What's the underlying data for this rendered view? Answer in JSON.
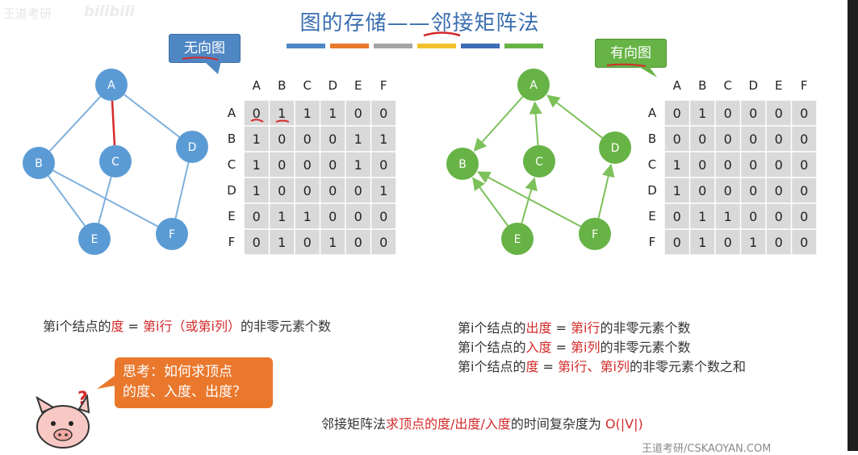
{
  "title": "图的存储——邻接矩阵法",
  "title_bar_colors": [
    "#4f87c4",
    "#e9782d",
    "#a5a5a5",
    "#f2c12e",
    "#3e6cb5",
    "#67b346"
  ],
  "watermark_top_left": "王道考研",
  "watermark_bilibili": "bilibili",
  "watermark_bottom": "王道考研/CSKAOYAN.COM",
  "colors": {
    "undirected_node": "#5b9bd5",
    "undirected_edge": "#7fb0dc",
    "directed_node": "#67b346",
    "directed_edge": "#7cc15a",
    "matrix_fill": "#d9d9d9",
    "highlight": "#d42a2a",
    "think_bubble": "#e9782d"
  },
  "undirected": {
    "label": "无向图",
    "nodes": [
      "A",
      "B",
      "C",
      "D",
      "E",
      "F"
    ],
    "edges": [
      [
        "A",
        "B"
      ],
      [
        "A",
        "C"
      ],
      [
        "A",
        "D"
      ],
      [
        "B",
        "E"
      ],
      [
        "B",
        "F"
      ],
      [
        "C",
        "E"
      ],
      [
        "D",
        "F"
      ]
    ],
    "highlight_edge": [
      "A",
      "C"
    ],
    "matrix": {
      "col_headers": [
        "A",
        "B",
        "C",
        "D",
        "E",
        "F"
      ],
      "row_headers": [
        "A",
        "B",
        "C",
        "D",
        "E",
        "F"
      ],
      "rows": [
        [
          "0",
          "1",
          "1",
          "1",
          "0",
          "0"
        ],
        [
          "1",
          "0",
          "0",
          "0",
          "1",
          "1"
        ],
        [
          "1",
          "0",
          "0",
          "0",
          "1",
          "0"
        ],
        [
          "1",
          "0",
          "0",
          "0",
          "0",
          "1"
        ],
        [
          "0",
          "1",
          "1",
          "0",
          "0",
          "0"
        ],
        [
          "0",
          "1",
          "0",
          "1",
          "0",
          "0"
        ]
      ]
    }
  },
  "directed": {
    "label": "有向图",
    "nodes": [
      "A",
      "B",
      "C",
      "D",
      "E",
      "F"
    ],
    "edges": [
      [
        "A",
        "B"
      ],
      [
        "C",
        "A"
      ],
      [
        "D",
        "A"
      ],
      [
        "E",
        "B"
      ],
      [
        "E",
        "C"
      ],
      [
        "F",
        "B"
      ],
      [
        "F",
        "D"
      ]
    ],
    "matrix": {
      "col_headers": [
        "A",
        "B",
        "C",
        "D",
        "E",
        "F"
      ],
      "row_headers": [
        "A",
        "B",
        "C",
        "D",
        "E",
        "F"
      ],
      "rows": [
        [
          "0",
          "1",
          "0",
          "0",
          "0",
          "0"
        ],
        [
          "0",
          "0",
          "0",
          "0",
          "0",
          "0"
        ],
        [
          "1",
          "0",
          "0",
          "0",
          "0",
          "0"
        ],
        [
          "1",
          "0",
          "0",
          "0",
          "0",
          "0"
        ],
        [
          "0",
          "1",
          "1",
          "0",
          "0",
          "0"
        ],
        [
          "0",
          "1",
          "0",
          "1",
          "0",
          "0"
        ]
      ]
    }
  },
  "undirected_formula": {
    "p1": "第i个结点的",
    "p2": "度",
    "p3": " = ",
    "p4": "第i行（或第i列）",
    "p5": "的非零元素个数"
  },
  "directed_formulas": {
    "out": {
      "p1": "第i个结点的",
      "p2": "出度",
      "p3": " = ",
      "p4": "第i行",
      "p5": "的非零元素个数"
    },
    "in": {
      "p1": "第i个结点的",
      "p2": "入度",
      "p3": " = ",
      "p4": "第i列",
      "p5": "的非零元素个数"
    },
    "deg": {
      "p1": "第i个结点的",
      "p2": "度",
      "p3": " = ",
      "p4": "第i行、第i列",
      "p5": "的非零元素个数之和"
    }
  },
  "think": {
    "line1": "思考：如何求顶点",
    "line2": "的度、入度、出度？"
  },
  "complexity": {
    "p1": "邻接矩阵法",
    "p2": "求顶点的度/出度/入度",
    "p3": "的时间复杂度为 ",
    "p4": "O(|V|)"
  }
}
